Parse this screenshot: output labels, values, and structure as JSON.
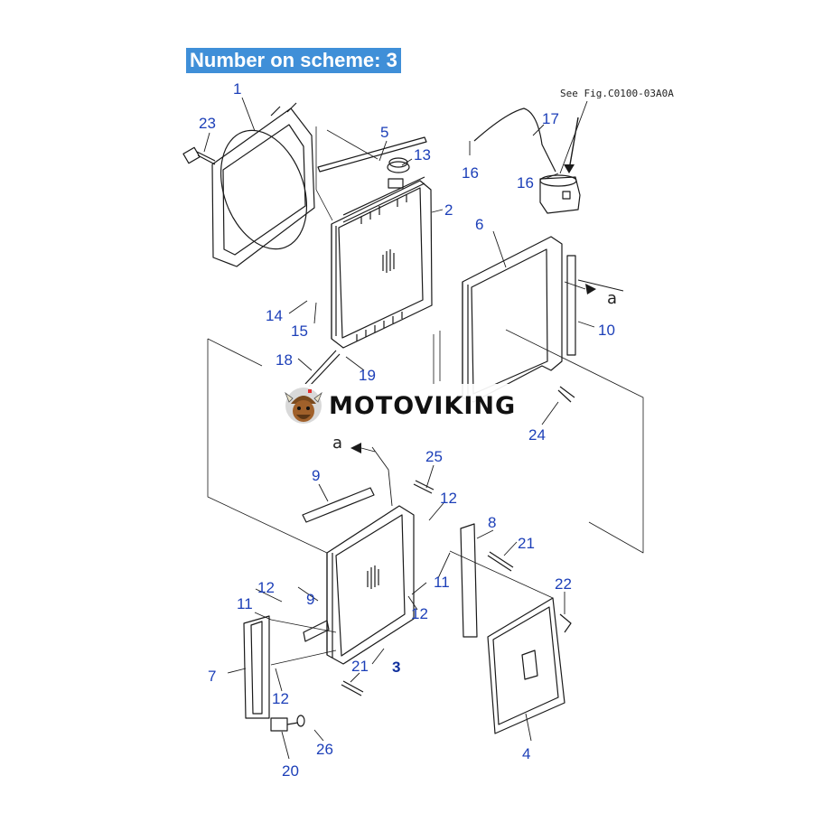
{
  "header": {
    "text": "Number on scheme: 3"
  },
  "reference_note": "See Fig.C0100-03A0A",
  "arrow_letters": [
    "a",
    "a"
  ],
  "watermark": {
    "text": "MOTOVIKING"
  },
  "callouts": [
    "1",
    "23",
    "5",
    "13",
    "17",
    "16",
    "16",
    "2",
    "6",
    "14",
    "15",
    "10",
    "18",
    "19",
    "24",
    "25",
    "12",
    "9",
    "8",
    "21",
    "12",
    "11",
    "9",
    "11",
    "12",
    "22",
    "7",
    "21",
    "3",
    "12",
    "26",
    "20",
    "4"
  ],
  "colors": {
    "header_bg": "#3f8fd8",
    "callout_text": "#1c3fb8",
    "line": "#1a1a1a"
  }
}
